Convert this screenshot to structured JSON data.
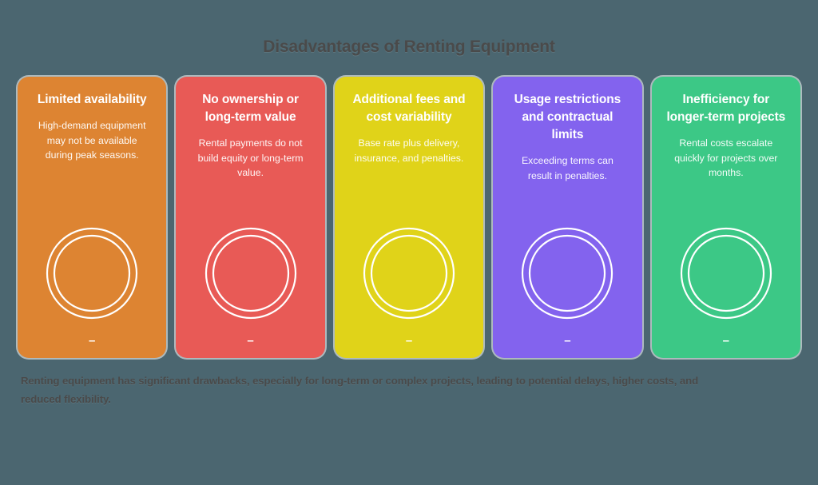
{
  "page": {
    "background_color": "#4b6670",
    "title": "Disadvantages of Renting Equipment",
    "title_color": "#4a4a4a",
    "caption": "Renting equipment has significant drawbacks, especially for long-term or complex projects, leading to potential delays, higher costs, and reduced flexibility.",
    "caption_color": "#4a4a4a"
  },
  "cards": [
    {
      "heading": "Limited availability",
      "body": "High-demand equipment may not be available during peak seasons.",
      "color": "#dd8432",
      "icon": "double-ring-circle-icon",
      "dash": "–"
    },
    {
      "heading": "No ownership or long-term value",
      "body": "Rental payments do not build equity or long-term value.",
      "color": "#e85a56",
      "icon": "double-ring-circle-icon",
      "dash": "–"
    },
    {
      "heading": "Additional fees and cost variability",
      "body": "Base rate plus delivery, insurance, and penalties.",
      "color": "#e0d319",
      "icon": "double-ring-circle-icon",
      "dash": "–"
    },
    {
      "heading": "Usage restrictions and contractual limits",
      "body": "Exceeding terms can result in penalties.",
      "color": "#8363ee",
      "icon": "double-ring-circle-icon",
      "dash": "–"
    },
    {
      "heading": "Inefficiency for longer-term projects",
      "body": "Rental costs escalate quickly for projects over months.",
      "color": "#3cc886",
      "icon": "double-ring-circle-icon",
      "dash": "–"
    }
  ]
}
